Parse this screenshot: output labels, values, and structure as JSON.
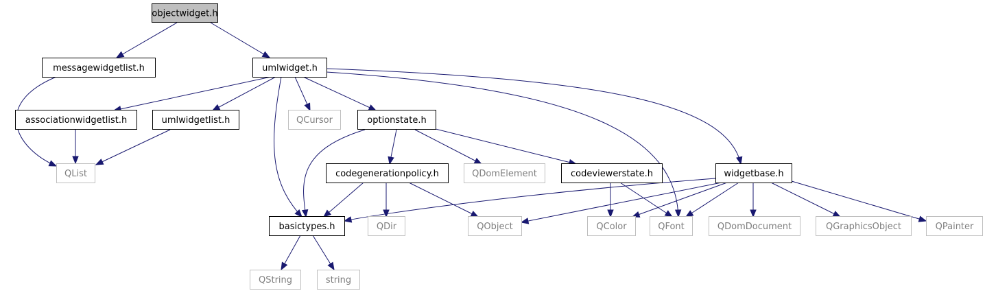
{
  "diagram": {
    "type": "include-dependency-graph",
    "colors": {
      "edge": "#191970",
      "root_fill": "#bfbfbf",
      "node_border": "#000000",
      "external_border": "#bfbfbf",
      "external_text": "#7f7f7f",
      "text": "#000000"
    },
    "nodes": [
      {
        "id": "objectwidget",
        "label": "objectwidget.h",
        "kind": "root"
      },
      {
        "id": "messagewidgetlist",
        "label": "messagewidgetlist.h",
        "kind": "header"
      },
      {
        "id": "umlwidget",
        "label": "umlwidget.h",
        "kind": "header"
      },
      {
        "id": "associationwidgetlist",
        "label": "associationwidgetlist.h",
        "kind": "header"
      },
      {
        "id": "umlwidgetlist",
        "label": "umlwidgetlist.h",
        "kind": "header"
      },
      {
        "id": "qcursor",
        "label": "QCursor",
        "kind": "external"
      },
      {
        "id": "optionstate",
        "label": "optionstate.h",
        "kind": "header"
      },
      {
        "id": "qlist",
        "label": "QList",
        "kind": "external"
      },
      {
        "id": "codegenerationpolicy",
        "label": "codegenerationpolicy.h",
        "kind": "header"
      },
      {
        "id": "qdomelement",
        "label": "QDomElement",
        "kind": "external"
      },
      {
        "id": "codeviewerstate",
        "label": "codeviewerstate.h",
        "kind": "header"
      },
      {
        "id": "widgetbase",
        "label": "widgetbase.h",
        "kind": "header"
      },
      {
        "id": "basictypes",
        "label": "basictypes.h",
        "kind": "header"
      },
      {
        "id": "qdir",
        "label": "QDir",
        "kind": "external"
      },
      {
        "id": "qobject",
        "label": "QObject",
        "kind": "external"
      },
      {
        "id": "qcolor",
        "label": "QColor",
        "kind": "external"
      },
      {
        "id": "qfont",
        "label": "QFont",
        "kind": "external"
      },
      {
        "id": "qdomdocument",
        "label": "QDomDocument",
        "kind": "external"
      },
      {
        "id": "qgraphicsobject",
        "label": "QGraphicsObject",
        "kind": "external"
      },
      {
        "id": "qpainter",
        "label": "QPainter",
        "kind": "external"
      },
      {
        "id": "qstring",
        "label": "QString",
        "kind": "external"
      },
      {
        "id": "string",
        "label": "string",
        "kind": "external"
      }
    ],
    "edges": [
      {
        "from": "objectwidget",
        "to": "messagewidgetlist"
      },
      {
        "from": "objectwidget",
        "to": "umlwidget"
      },
      {
        "from": "messagewidgetlist",
        "to": "qlist"
      },
      {
        "from": "umlwidget",
        "to": "associationwidgetlist"
      },
      {
        "from": "umlwidget",
        "to": "umlwidgetlist"
      },
      {
        "from": "umlwidget",
        "to": "qcursor"
      },
      {
        "from": "umlwidget",
        "to": "optionstate"
      },
      {
        "from": "umlwidget",
        "to": "basictypes"
      },
      {
        "from": "umlwidget",
        "to": "qfont"
      },
      {
        "from": "umlwidget",
        "to": "widgetbase"
      },
      {
        "from": "associationwidgetlist",
        "to": "qlist"
      },
      {
        "from": "umlwidgetlist",
        "to": "qlist"
      },
      {
        "from": "optionstate",
        "to": "basictypes"
      },
      {
        "from": "optionstate",
        "to": "codegenerationpolicy"
      },
      {
        "from": "optionstate",
        "to": "qdomelement"
      },
      {
        "from": "optionstate",
        "to": "codeviewerstate"
      },
      {
        "from": "codegenerationpolicy",
        "to": "basictypes"
      },
      {
        "from": "codegenerationpolicy",
        "to": "qdir"
      },
      {
        "from": "codegenerationpolicy",
        "to": "qobject"
      },
      {
        "from": "codeviewerstate",
        "to": "qcolor"
      },
      {
        "from": "codeviewerstate",
        "to": "qfont"
      },
      {
        "from": "widgetbase",
        "to": "basictypes"
      },
      {
        "from": "widgetbase",
        "to": "qobject"
      },
      {
        "from": "widgetbase",
        "to": "qcolor"
      },
      {
        "from": "widgetbase",
        "to": "qfont"
      },
      {
        "from": "widgetbase",
        "to": "qdomdocument"
      },
      {
        "from": "widgetbase",
        "to": "qgraphicsobject"
      },
      {
        "from": "widgetbase",
        "to": "qpainter"
      },
      {
        "from": "basictypes",
        "to": "qstring"
      },
      {
        "from": "basictypes",
        "to": "string"
      }
    ]
  }
}
